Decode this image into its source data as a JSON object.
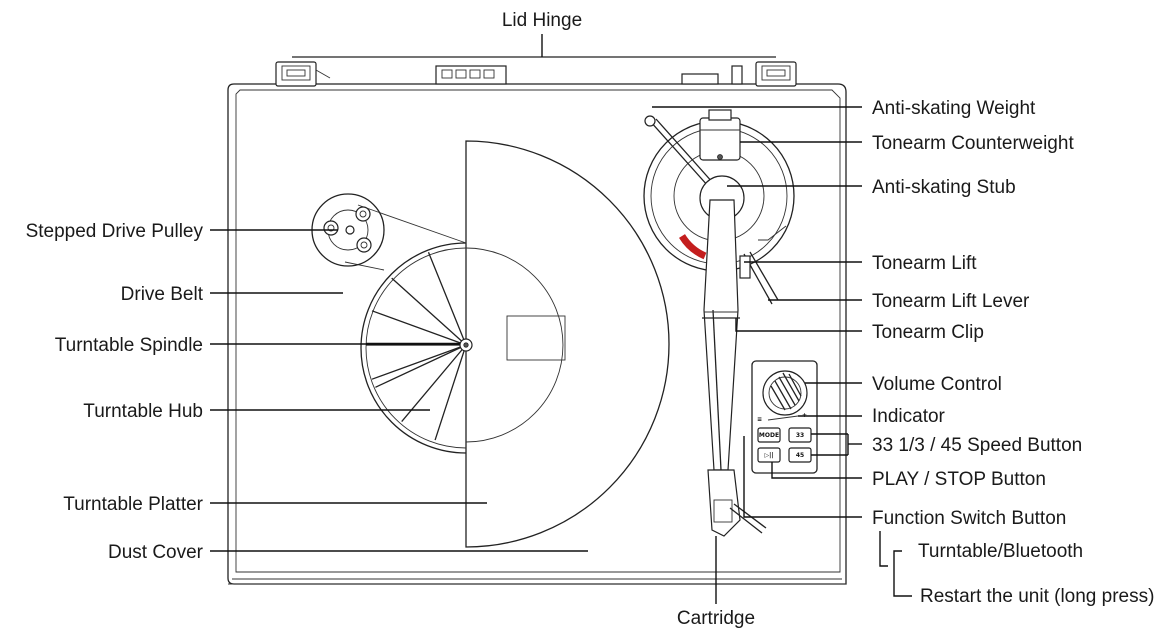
{
  "labels": {
    "lid_hinge": "Lid Hinge",
    "anti_skating_weight": "Anti-skating Weight",
    "tonearm_counterweight": "Tonearm Counterweight",
    "anti_skating_stub": "Anti-skating Stub",
    "stepped_drive_pulley": "Stepped Drive Pulley",
    "drive_belt": "Drive Belt",
    "turntable_spindle": "Turntable Spindle",
    "turntable_hub": "Turntable Hub",
    "turntable_platter": "Turntable Platter",
    "dust_cover": "Dust Cover",
    "tonearm_lift": "Tonearm Lift",
    "tonearm_lift_lever": "Tonearm Lift Lever",
    "tonearm_clip": "Tonearm Clip",
    "volume_control": "Volume Control",
    "indicator": "Indicator",
    "speed_button": "33 1/3 / 45 Speed Button",
    "play_stop_button": "PLAY / STOP Button",
    "function_switch_button": "Function Switch Button",
    "turntable_bluetooth": "Turntable/Bluetooth",
    "restart_unit": "Restart the unit (long press)",
    "cartridge": "Cartridge"
  },
  "buttons": {
    "mode": "MODE",
    "speed_33": "33",
    "play_stop": "▷||",
    "speed_45": "45"
  }
}
